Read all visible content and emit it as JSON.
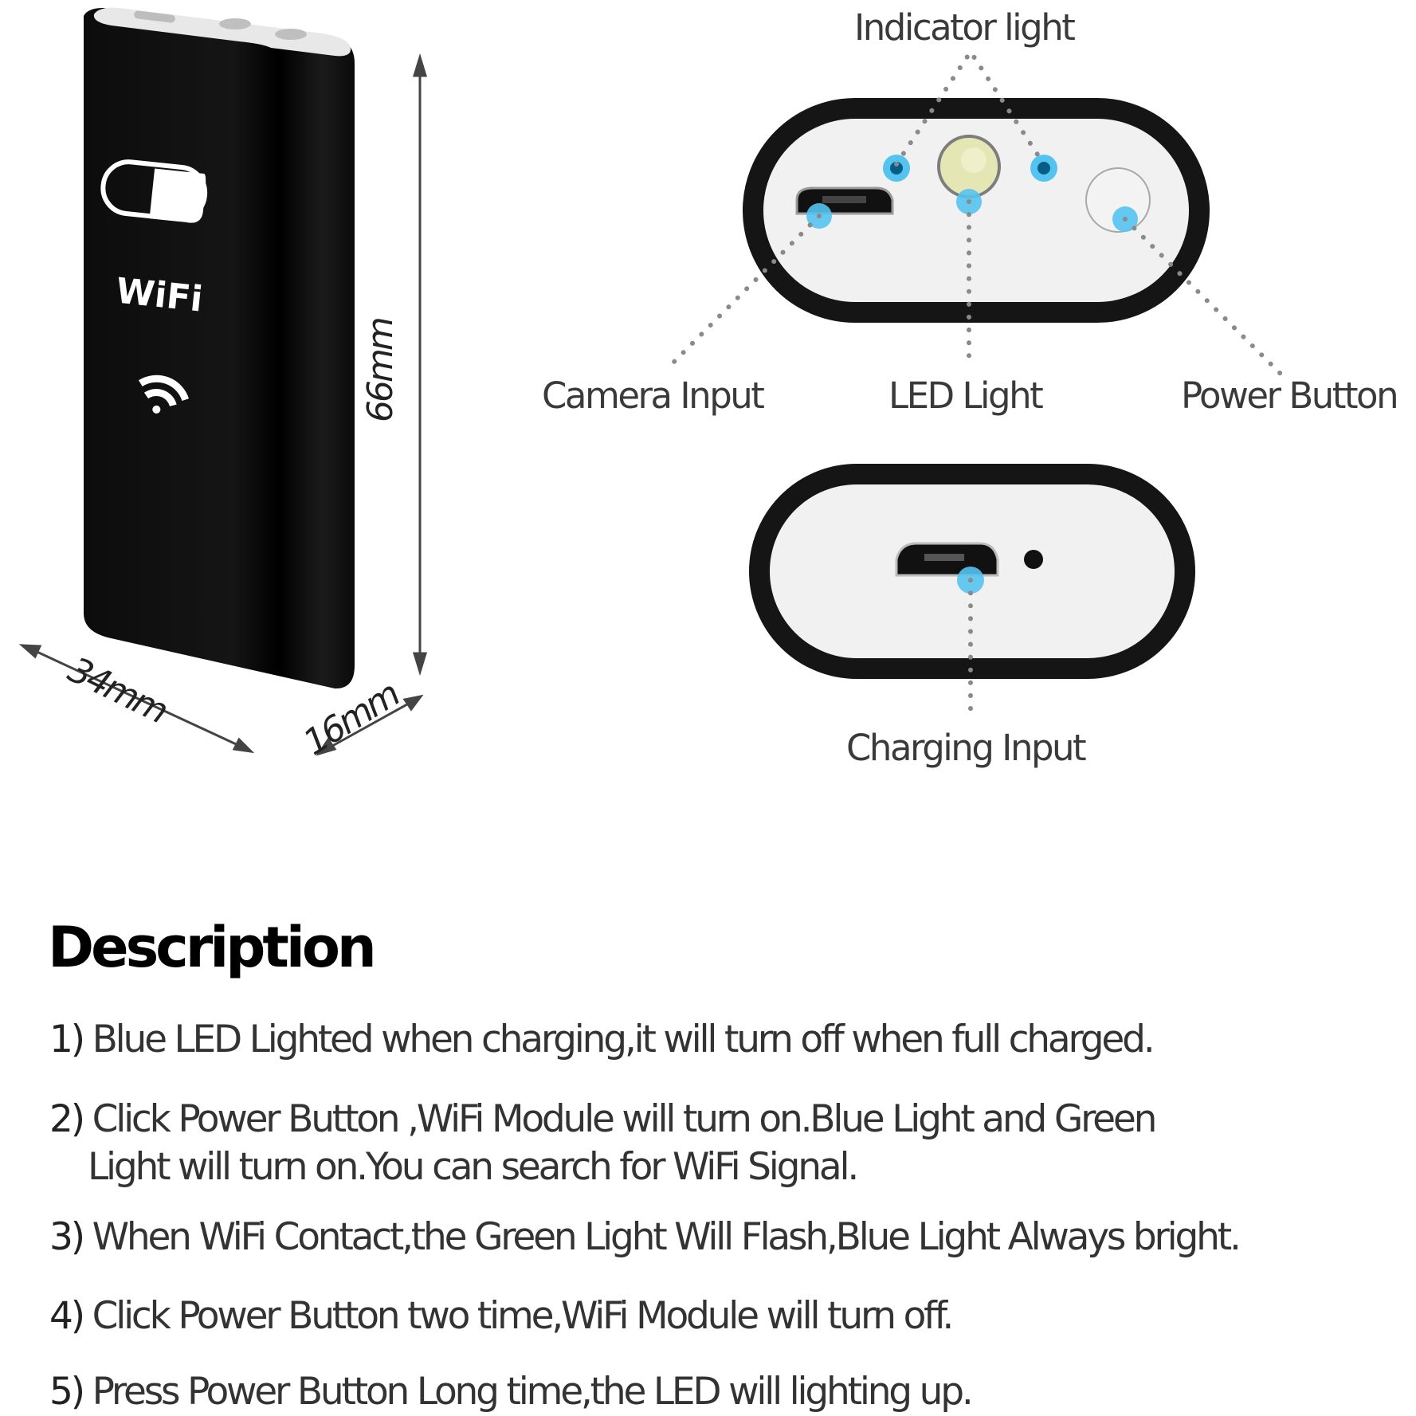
{
  "device": {
    "logo_text": "WiFi",
    "dimensions": {
      "height": "66mm",
      "width": "34mm",
      "depth": "16mm"
    }
  },
  "top_panel": {
    "callouts": {
      "indicator_light": "Indicator light",
      "camera_input": "Camera Input",
      "led_light": "LED Light",
      "power_button": "Power Button"
    }
  },
  "bottom_panel": {
    "callouts": {
      "charging_input": "Charging Input"
    }
  },
  "colors": {
    "callout_dot": "#4fc3f0",
    "led": "#e6e7b4",
    "body": "#111111",
    "panel": "#f1f1f1"
  },
  "description": {
    "title": "Description",
    "items": [
      {
        "num": "1)",
        "lines": [
          "Blue LED Lighted when charging,it will turn off when full charged."
        ]
      },
      {
        "num": "2)",
        "lines": [
          "Click Power Button ,WiFi Module will turn on.Blue Light and Green",
          "Light will turn on.You can search for WiFi Signal."
        ]
      },
      {
        "num": "3)",
        "lines": [
          "When WiFi Contact,the Green Light Will Flash,Blue Light Always bright."
        ]
      },
      {
        "num": "4)",
        "lines": [
          "Click Power Button two time,WiFi Module will turn off."
        ]
      },
      {
        "num": "5)",
        "lines": [
          "Press Power Button Long time,the LED will lighting up."
        ]
      }
    ]
  }
}
